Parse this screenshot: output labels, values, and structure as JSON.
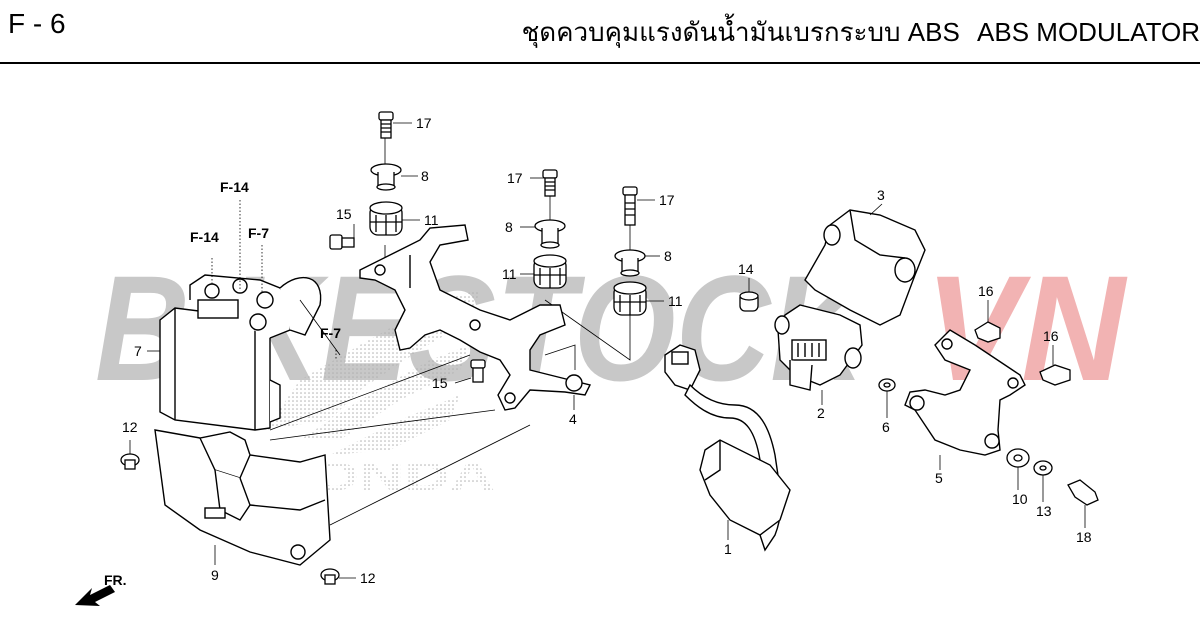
{
  "header": {
    "page_code": "F - 6",
    "title_thai": "ชุดควบคุมแรงดันน้ำมันเบรกระบบ ABS",
    "title_en": "ABS MODULATOR"
  },
  "watermark": {
    "text_main": "BIKESTOCK",
    "text_accent": "VN",
    "color_main": "#c8c8c8",
    "color_accent": "#f2b3b3"
  },
  "brand_watermark": "HONDA",
  "direction": {
    "label": "FR."
  },
  "refs": [
    "F-14",
    "F-14",
    "F-7",
    "F-7"
  ],
  "callouts": [
    "17",
    "8",
    "15",
    "11",
    "17",
    "8",
    "11",
    "17",
    "8",
    "11",
    "7",
    "15",
    "4",
    "12",
    "9",
    "12",
    "3",
    "14",
    "2",
    "6",
    "16",
    "16",
    "5",
    "10",
    "13",
    "18",
    "1"
  ]
}
